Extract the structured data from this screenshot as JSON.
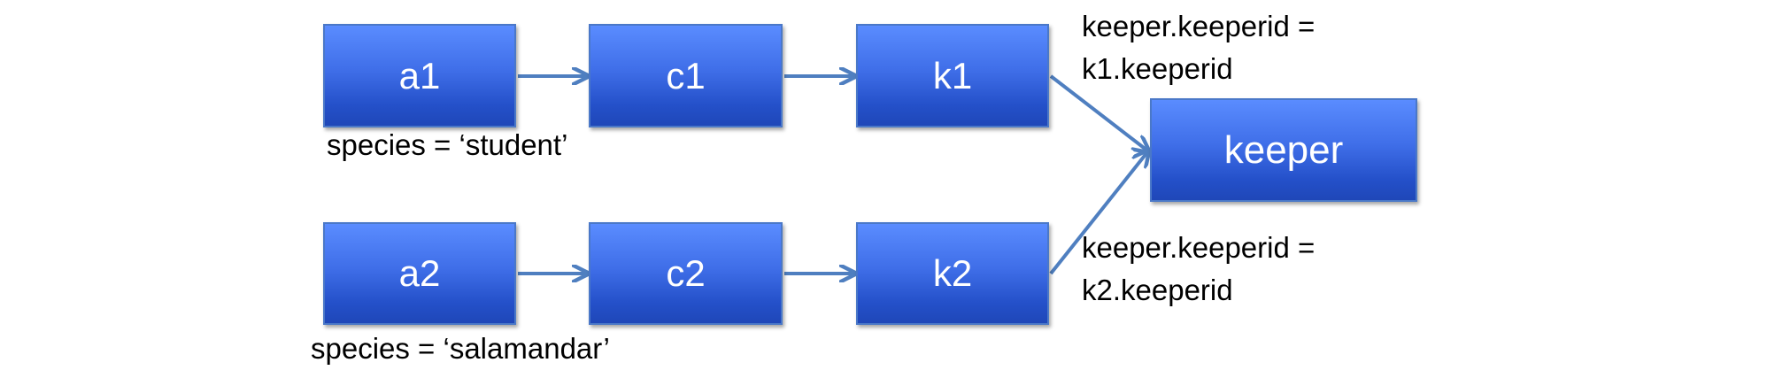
{
  "nodes": {
    "a1": "a1",
    "c1": "c1",
    "k1": "k1",
    "keeper": "keeper",
    "a2": "a2",
    "c2": "c2",
    "k2": "k2"
  },
  "labels": {
    "species_1": "species = ‘student’",
    "species_2": "species = ‘salamandar’",
    "join_1_line1": "keeper.keeperid =",
    "join_1_line2": "k1.keeperid",
    "join_2_line1": "keeper.keeperid =",
    "join_2_line2": "k2.keeperid"
  },
  "colors": {
    "node_fill": "#3f6ee8",
    "edge": "#4f7fc0"
  }
}
